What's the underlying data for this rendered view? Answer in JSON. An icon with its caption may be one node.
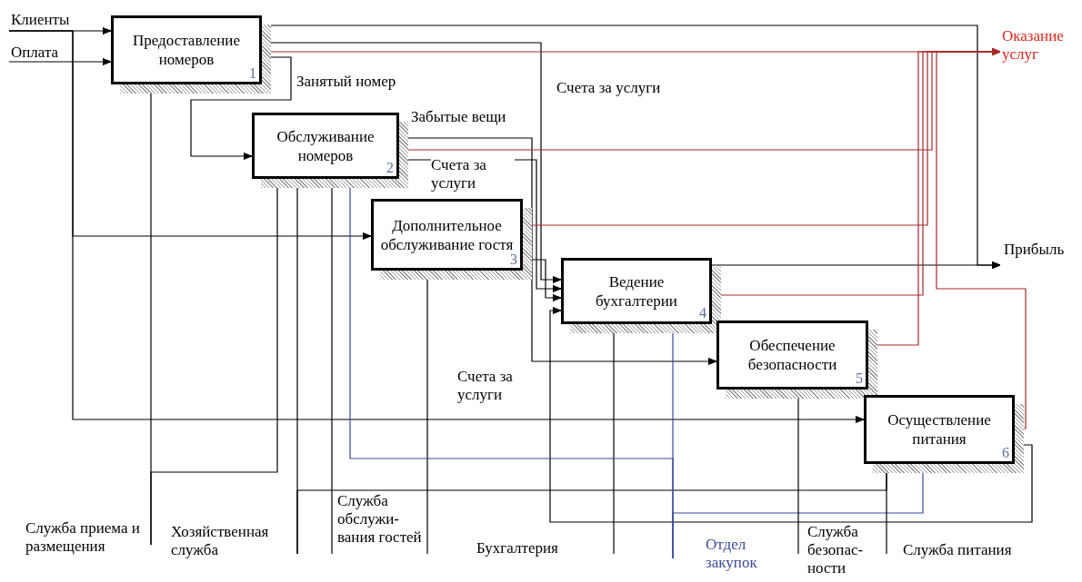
{
  "diagram": {
    "nodes": [
      {
        "text": [
          "Предоставление номеров",
          "1"
        ]
      },
      {
        "text": [
          "Обслуживание номеров",
          "2"
        ]
      },
      {
        "text": [
          "Дополнительное обслуживание гостя",
          "3"
        ]
      },
      {
        "text": [
          "Ведение бухгалтерии",
          "4"
        ]
      },
      {
        "text": [
          "Обеспечение безопасности",
          "5"
        ]
      },
      {
        "text": [
          "Осуществление питания",
          "6"
        ]
      },
      {
        "text": [
          "Клиенты"
        ]
      },
      {
        "text": [
          "Оплата"
        ]
      },
      {
        "text": [
          "Оказание услуг"
        ]
      },
      {
        "text": [
          "Прибыль"
        ]
      },
      {
        "text": [
          "Служба приема и размещения"
        ]
      },
      {
        "text": [
          "Хозяйственная служба"
        ]
      },
      {
        "text": [
          "Служба обслужи- вания гостей"
        ]
      },
      {
        "text": [
          "Бухгалтерия"
        ]
      },
      {
        "text": [
          "Отдел закупок"
        ]
      },
      {
        "text": [
          "Служба безопас- ности"
        ]
      },
      {
        "text": [
          "Служба питания"
        ]
      }
    ],
    "edges": [
      {
        "from": 6,
        "to": 0,
        "arrow": "to"
      },
      {
        "from": 7,
        "to": 0,
        "arrow": "to"
      },
      {
        "from": 6,
        "to": 2,
        "arrow": "to"
      },
      {
        "from": 6,
        "to": 5,
        "arrow": "to"
      },
      {
        "from": 0,
        "to": 1,
        "arrow": "to",
        "label": "Занятый номер"
      },
      {
        "from": 0,
        "to": 9,
        "arrow": "to"
      },
      {
        "from": 0,
        "to": 3,
        "arrow": "to",
        "label": "Счета за услуги"
      },
      {
        "from": 0,
        "to": 8,
        "arrow": "to",
        "color": "#a52a2a"
      },
      {
        "from": 1,
        "to": 4,
        "arrow": "to",
        "label": "Забытые вещи"
      },
      {
        "from": 1,
        "to": 3,
        "arrow": "to",
        "label": "Счета за услуги"
      },
      {
        "from": 1,
        "to": 8,
        "arrow": "to",
        "color": "#a52a2a"
      },
      {
        "from": 2,
        "to": 8,
        "arrow": "to",
        "color": "#a52a2a"
      },
      {
        "from": 2,
        "to": 3,
        "arrow": "to"
      },
      {
        "from": 3,
        "to": 9,
        "arrow": "to"
      },
      {
        "from": 3,
        "to": 8,
        "arrow": "to",
        "color": "#a52a2a"
      },
      {
        "from": 4,
        "to": 8,
        "arrow": "to",
        "color": "#a52a2a"
      },
      {
        "from": 5,
        "to": 3,
        "arrow": "to",
        "label": "Счета за услуги"
      },
      {
        "from": 5,
        "to": 8,
        "arrow": "to",
        "color": "#a52a2a"
      },
      {
        "from": 10,
        "to": 0,
        "arrow": "to"
      },
      {
        "from": 10,
        "to": 1,
        "arrow": "to"
      },
      {
        "from": 11,
        "to": 1,
        "arrow": "to"
      },
      {
        "from": 11,
        "to": 5,
        "arrow": "to"
      },
      {
        "from": 12,
        "to": 1,
        "arrow": "to"
      },
      {
        "from": 12,
        "to": 2,
        "arrow": "to"
      },
      {
        "from": 13,
        "to": 3,
        "arrow": "to"
      },
      {
        "from": 14,
        "to": 3,
        "arrow": "to",
        "color": "#3a4a9a"
      },
      {
        "from": 14,
        "to": 1,
        "arrow": "to",
        "color": "#3a4a9a"
      },
      {
        "from": 14,
        "to": 5,
        "arrow": "to",
        "color": "#3a4a9a"
      },
      {
        "from": 15,
        "to": 4,
        "arrow": "to"
      },
      {
        "from": 16,
        "to": 5,
        "arrow": "to"
      }
    ]
  }
}
